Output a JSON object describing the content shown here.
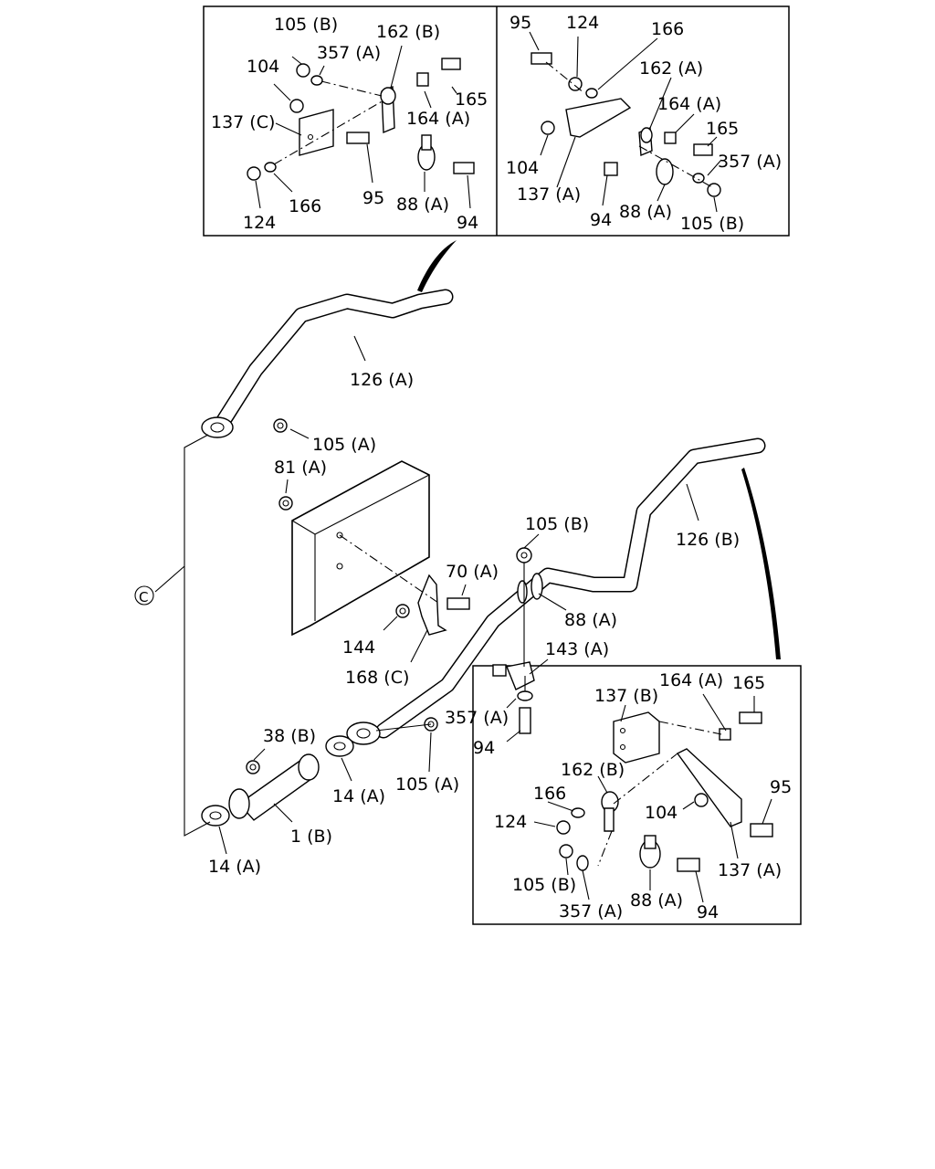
{
  "callouts": {
    "main": {
      "pipe_upper": "126 (A)",
      "nut_upper": "105 (A)",
      "nut_frame": "81 (A)",
      "pipe_lower": "126 (B)",
      "nut_clamp": "105 (B)",
      "bolt_bracket": "70 (A)",
      "clamp": "88 (A)",
      "nut_side": "144",
      "bracket_c": "168 (C)",
      "bracket_a": "143 (A)",
      "washer": "357 (A)",
      "bolt": "94",
      "nut_flex": "38 (B)",
      "gasket_mid": "14 (A)",
      "nut_flange": "105 (A)",
      "flex_pipe": "1 (B)",
      "gasket_low": "14 (A)",
      "circle_ref": "C"
    },
    "inset_top_left": {
      "nut_105b": "105 (B)",
      "washer_357a": "357 (A)",
      "rubber_162b": "162 (B)",
      "nut_104": "104",
      "bolt_165": "165",
      "spacer_164a": "164 (A)",
      "bracket_137c": "137 (C)",
      "bolt_95": "95",
      "clamp_88a": "88 (A)",
      "nut_124": "124",
      "washer_166": "166",
      "bolt_94": "94"
    },
    "inset_top_right": {
      "bolt_95": "95",
      "nut_124": "124",
      "washer_166": "166",
      "rubber_162a": "162 (A)",
      "spacer_164a": "164 (A)",
      "bolt_165": "165",
      "nut_104": "104",
      "washer_357a": "357 (A)",
      "bracket_137a": "137 (A)",
      "bolt_94": "94",
      "clamp_88a": "88 (A)",
      "nut_105b": "105 (B)"
    },
    "inset_bottom": {
      "bracket_137b": "137 (B)",
      "spacer_164a": "164 (A)",
      "bolt_165": "165",
      "rubber_162b": "162 (B)",
      "bolt_95": "95",
      "washer_166": "166",
      "nut_104": "104",
      "nut_124": "124",
      "bracket_137a": "137 (A)",
      "nut_105b": "105 (B)",
      "clamp_88a": "88 (A)",
      "washer_357a": "357 (A)",
      "bolt_94": "94"
    }
  }
}
